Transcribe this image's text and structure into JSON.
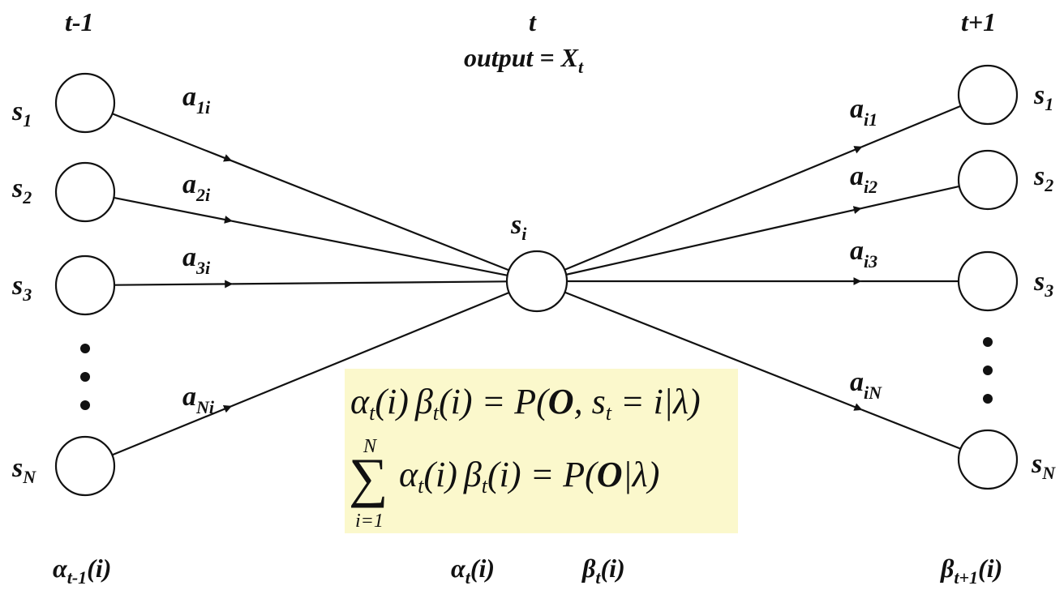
{
  "headers": {
    "prev": "t-1",
    "curr": "t",
    "next": "t+1",
    "output_lhs": "output",
    "output_eq": "=",
    "output_var": "X",
    "output_sub": "t"
  },
  "left_states": [
    {
      "base": "s",
      "sub": "1"
    },
    {
      "base": "s",
      "sub": "2"
    },
    {
      "base": "s",
      "sub": "3"
    },
    {
      "base": "s",
      "sub": "N"
    }
  ],
  "right_states": [
    {
      "base": "s",
      "sub": "1"
    },
    {
      "base": "s",
      "sub": "2"
    },
    {
      "base": "s",
      "sub": "3"
    },
    {
      "base": "s",
      "sub": "N"
    }
  ],
  "center_state": {
    "base": "s",
    "sub": "i"
  },
  "left_edges": [
    {
      "base": "a",
      "sub": "1i"
    },
    {
      "base": "a",
      "sub": "2i"
    },
    {
      "base": "a",
      "sub": "3i"
    },
    {
      "base": "a",
      "sub": "Ni"
    }
  ],
  "right_edges": [
    {
      "base": "a",
      "sub": "i1"
    },
    {
      "base": "a",
      "sub": "i2"
    },
    {
      "base": "a",
      "sub": "i3"
    },
    {
      "base": "a",
      "sub": "iN"
    }
  ],
  "bottom_labels": {
    "alpha_prev": {
      "base": "α",
      "sub": "t-1",
      "arg": "(i)"
    },
    "alpha_curr": {
      "base": "α",
      "sub": "t",
      "arg": "(i)"
    },
    "beta_curr": {
      "base": "β",
      "sub": "t",
      "arg": "(i)"
    },
    "beta_next": {
      "base": "β",
      "sub": "t+1",
      "arg": "(i)"
    }
  },
  "formulas": {
    "eq1": {
      "alpha": "α",
      "t": "t",
      "i": "(i)",
      "beta": "β",
      "eq": " = P(",
      "O": "O",
      "rest": ", s",
      "rest2": " = i|λ)"
    },
    "eq2": {
      "sum": "∑",
      "upper": "N",
      "lower": "i=1",
      "alpha": "α",
      "t": "t",
      "i": "(i)",
      "beta": "β",
      "eq": " = P(",
      "O": "O",
      "rest": "|λ)"
    }
  },
  "colors": {
    "formula_background": "#fbf8cc",
    "ink": "#111111"
  }
}
